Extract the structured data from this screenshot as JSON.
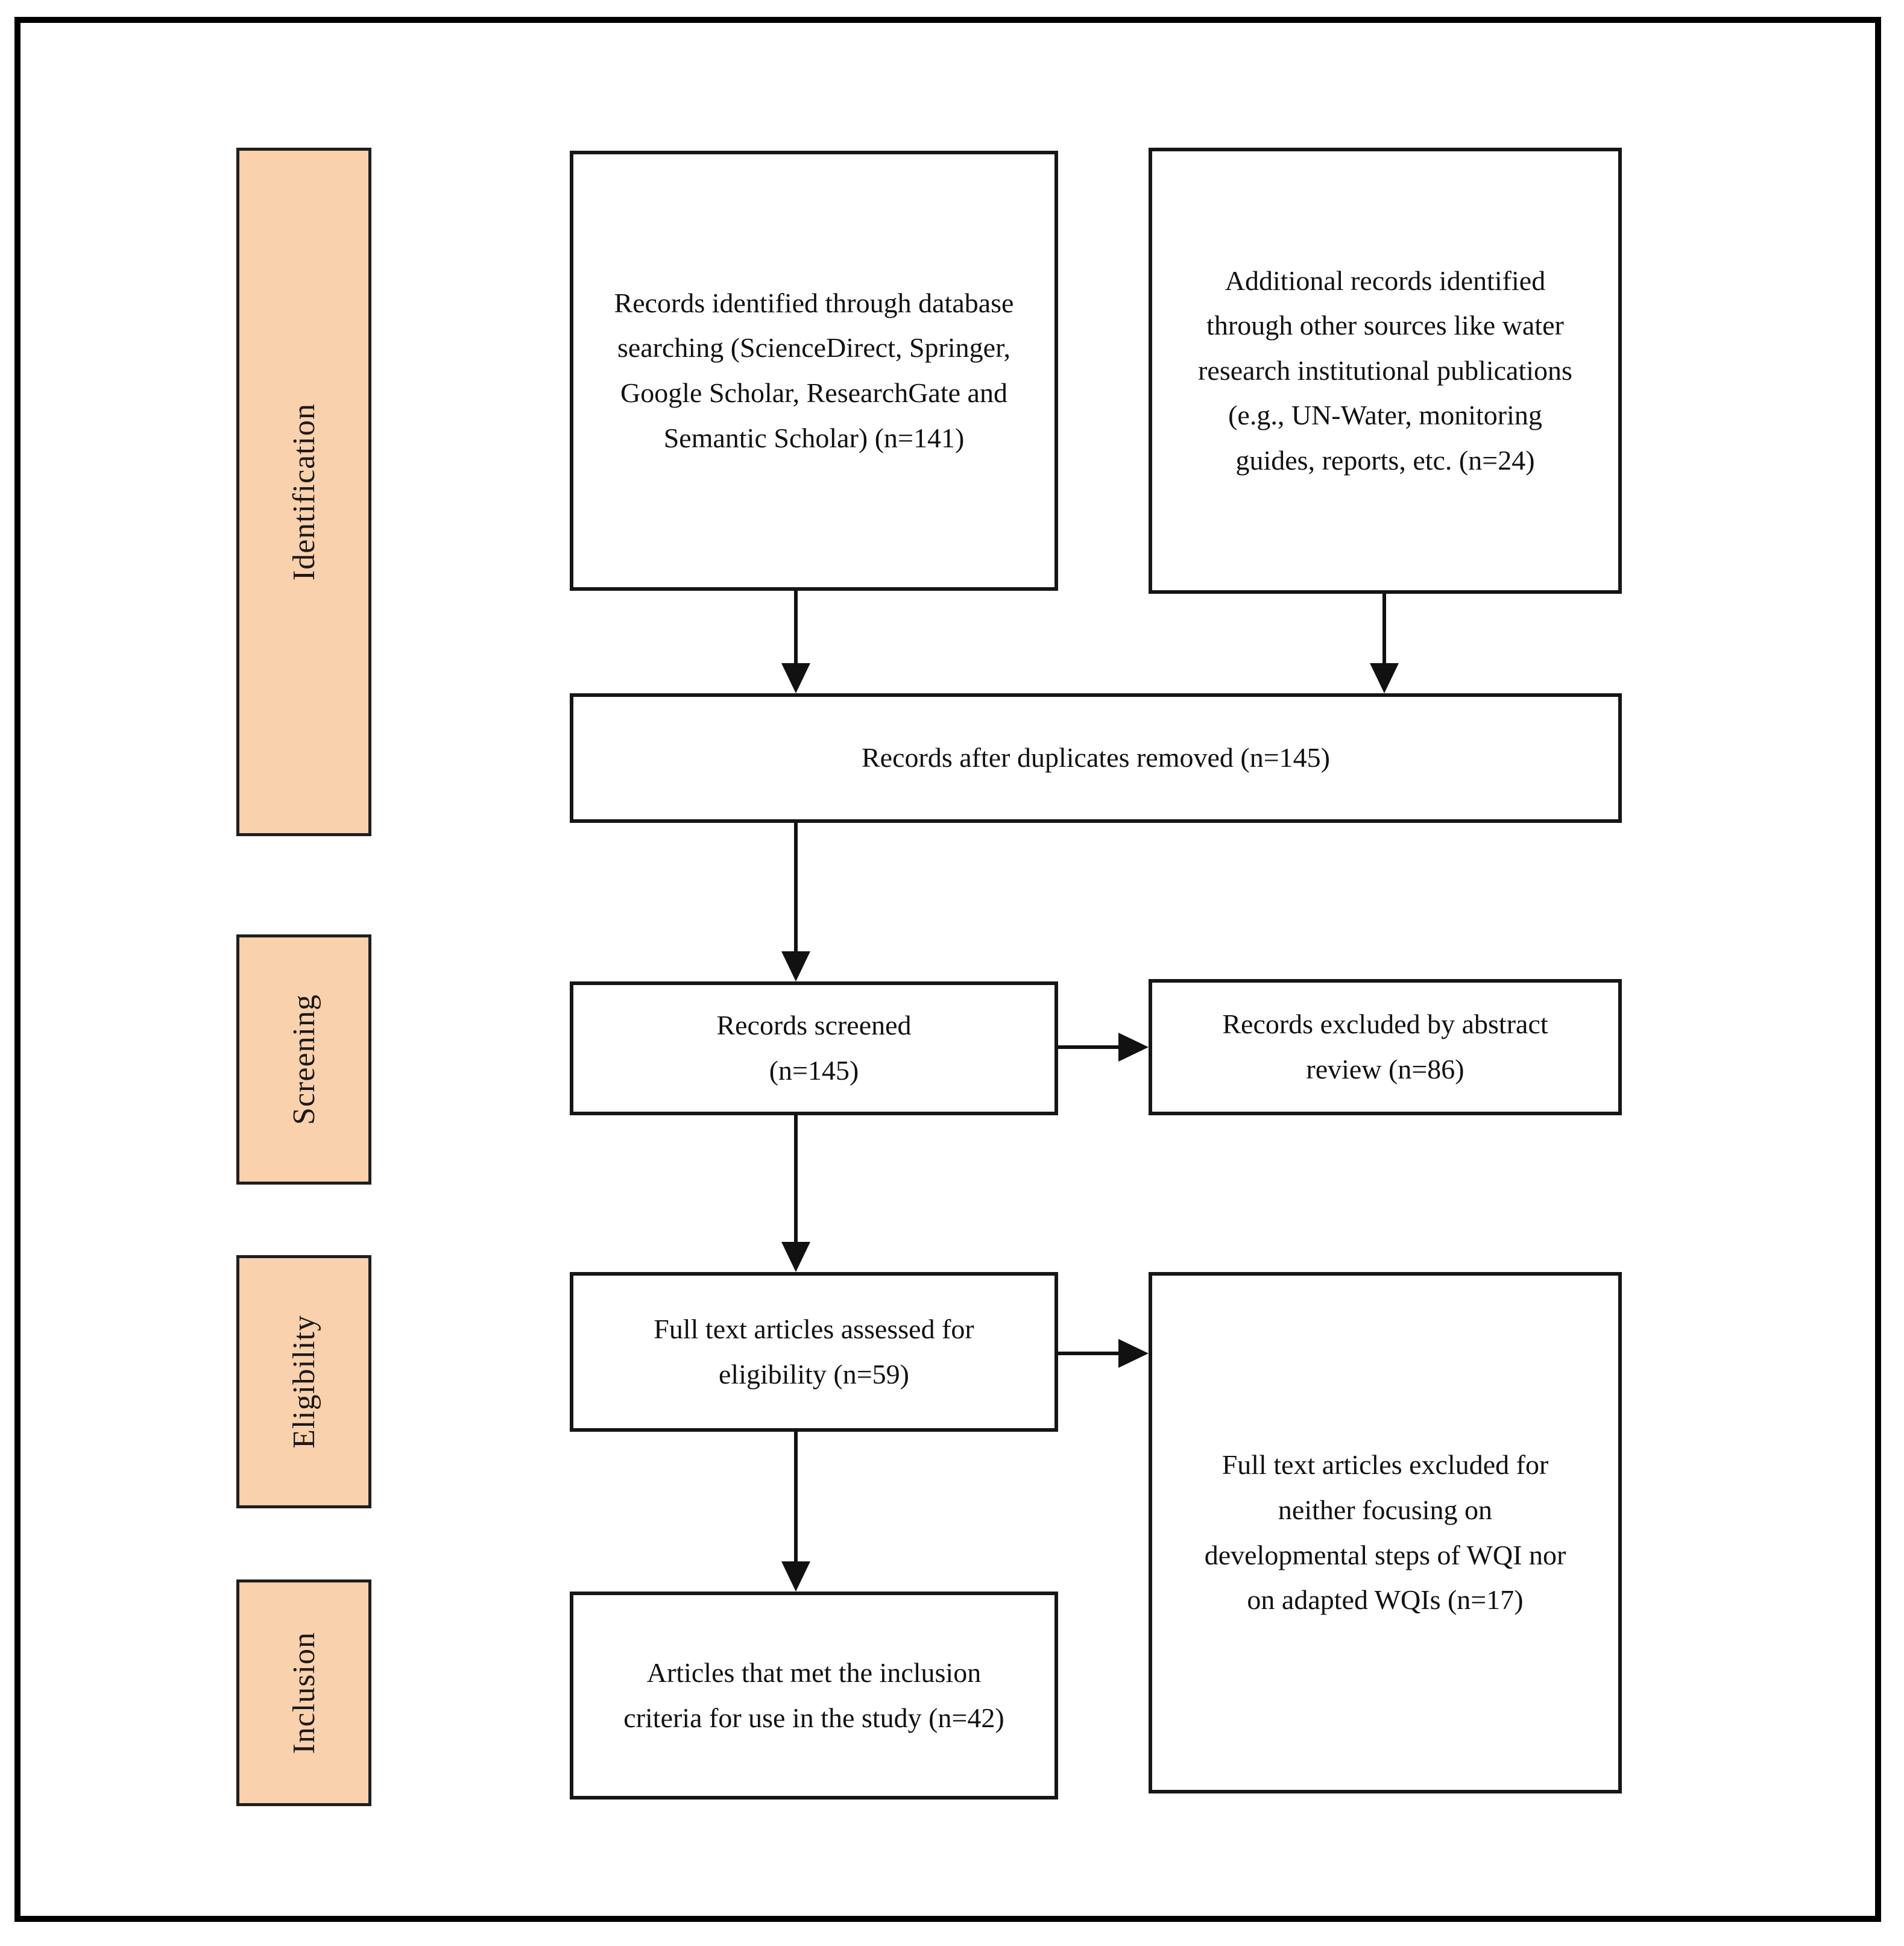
{
  "diagram": {
    "type": "prisma-flow",
    "stages": [
      {
        "label": "Identification"
      },
      {
        "label": "Screening"
      },
      {
        "label": "Eligibility"
      },
      {
        "label": "Inclusion"
      }
    ],
    "boxes": {
      "database_records": "Records identified through database searching (ScienceDirect, Springer, Google Scholar, ResearchGate and Semantic Scholar) (n=141)",
      "additional_records": "Additional records identified through other sources like water research institutional publications (e.g., UN-Water, monitoring guides, reports, etc. (n=24)",
      "after_duplicates": "Records after duplicates removed (n=145)",
      "records_screened": "Records screened (n=145)",
      "excluded_abstract": "Records excluded by abstract review (n=86)",
      "full_text_assessed": "Full text articles assessed for eligibility (n=59)",
      "full_text_excluded": "Full text articles excluded for neither focusing on developmental steps of WQI nor on adapted WQIs (n=17)",
      "included_articles": "Articles that met the inclusion criteria for use in the study (n=42)"
    },
    "counts": {
      "identified_database": 141,
      "identified_other": 24,
      "after_duplicates": 145,
      "screened": 145,
      "excluded_abstract": 86,
      "full_text_assessed": 59,
      "full_text_excluded": 17,
      "included": 42
    },
    "colors": {
      "stage_fill": "#FAD1AD",
      "stage_border": "#1f1f1f",
      "box_border": "#161616",
      "arrow": "#111111",
      "background": "#ffffff"
    }
  }
}
